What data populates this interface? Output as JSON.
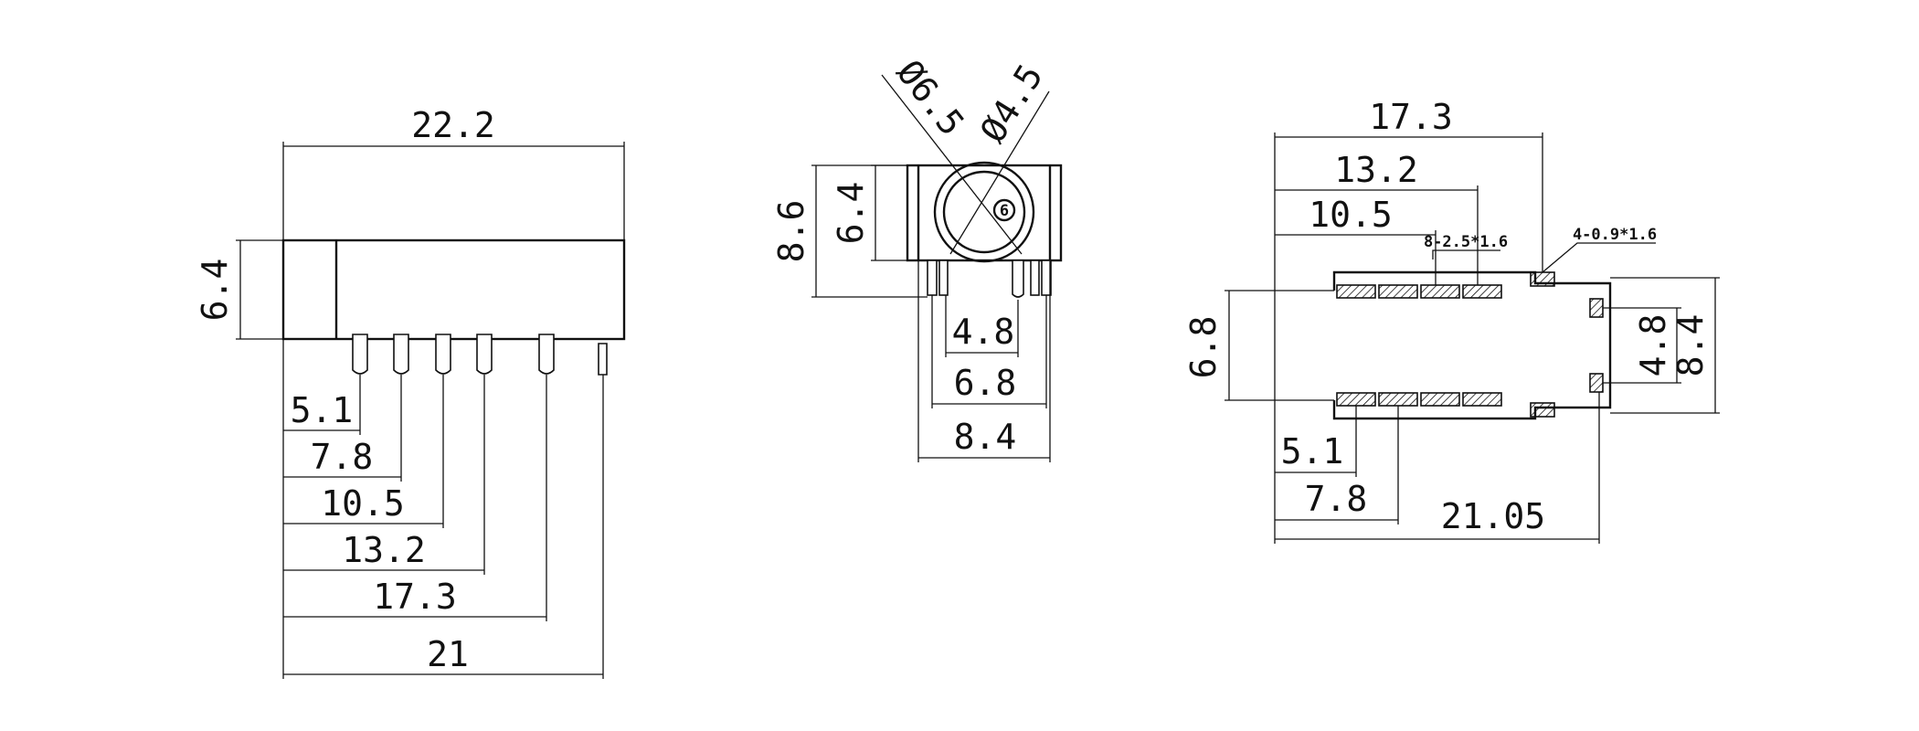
{
  "side_view": {
    "overall_length": "22.2",
    "body_height": "6.4",
    "pin_offsets": [
      "5.1",
      "7.8",
      "10.5",
      "13.2",
      "17.3",
      "21"
    ]
  },
  "front_view": {
    "outer_diameter": "Ø6.5",
    "inner_diameter": "Ø4.5",
    "hole_marker": "6",
    "total_height": "8.6",
    "body_height": "6.4",
    "widths": [
      "4.8",
      "6.8",
      "8.4"
    ]
  },
  "footprint_view": {
    "top_dims": [
      "17.3",
      "13.2",
      "10.5"
    ],
    "pad_note_large": "8-2.5*1.6",
    "pad_note_small": "4-0.9*1.6",
    "left_height": "6.8",
    "right_inner": "4.8",
    "right_outer": "8.4",
    "bottom_dims": [
      "5.1",
      "7.8",
      "21.05"
    ]
  }
}
